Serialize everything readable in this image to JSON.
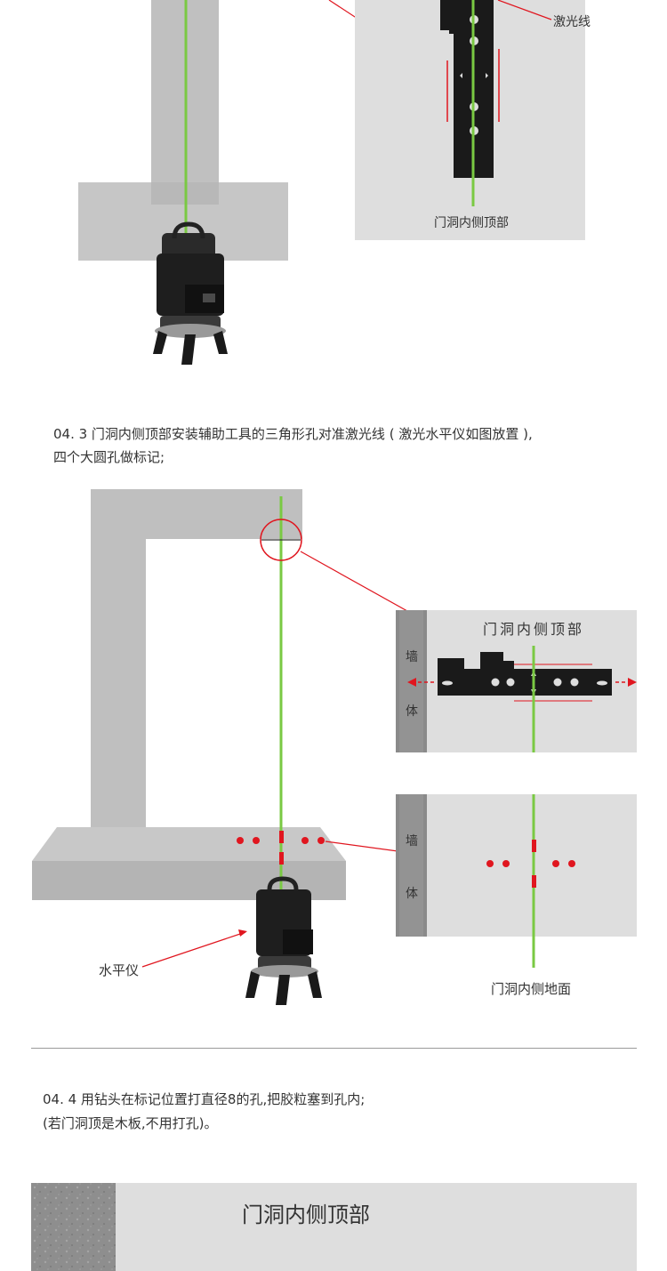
{
  "figure1": {
    "laser_line_label": "激光线",
    "inner_top_label": "门洞内侧顶部"
  },
  "step_04_3": {
    "line1": "04. 3 门洞内侧顶部安装辅助工具的三角形孔对准激光线 ( 激光水平仪如图放置 ),",
    "line2": "四个大圆孔做标记;"
  },
  "figure2": {
    "inner_top_label": "门洞内侧顶部",
    "wall_label_top": "墙",
    "wall_label_bottom": "体",
    "wall2_label_top": "墙",
    "wall2_label_bottom": "体",
    "level_label": "水平仪",
    "inner_floor_label": "门洞内侧地面"
  },
  "step_04_4": {
    "line1": "04. 4 用钻头在标记位置打直径8的孔,把胶粒塞到孔内;",
    "line2": "(若门洞顶是木板,不用打孔)。"
  },
  "figure3": {
    "inner_top_label": "门洞内侧顶部"
  },
  "colors": {
    "laser_green": "#7ac943",
    "marker_red": "#e0161f",
    "wall_gray": "#bfbfbf",
    "panel_gray": "#dedede",
    "tool_black": "#1a1a1a"
  }
}
